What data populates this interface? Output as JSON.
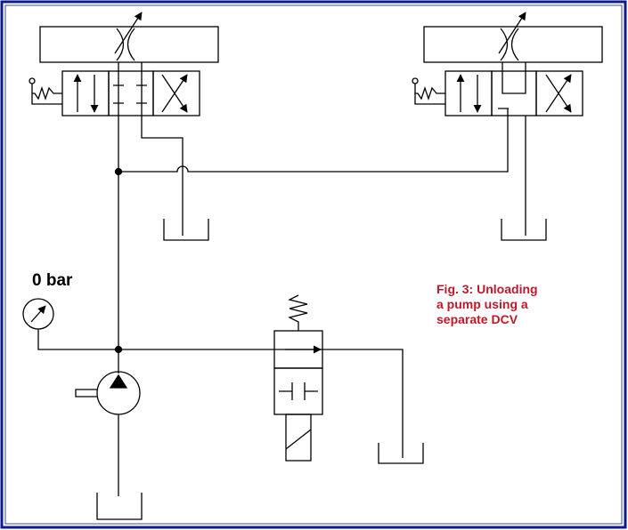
{
  "gauge": {
    "label": "0 bar"
  },
  "figure": {
    "label_bold": "Fig. 3:",
    "label_line1": " Unloading",
    "label_line2": "a pump using a",
    "label_line3": "separate DCV",
    "text_color": "#c0182b"
  },
  "colors": {
    "frame_border": "#0d1b8c",
    "line": "#000000"
  }
}
